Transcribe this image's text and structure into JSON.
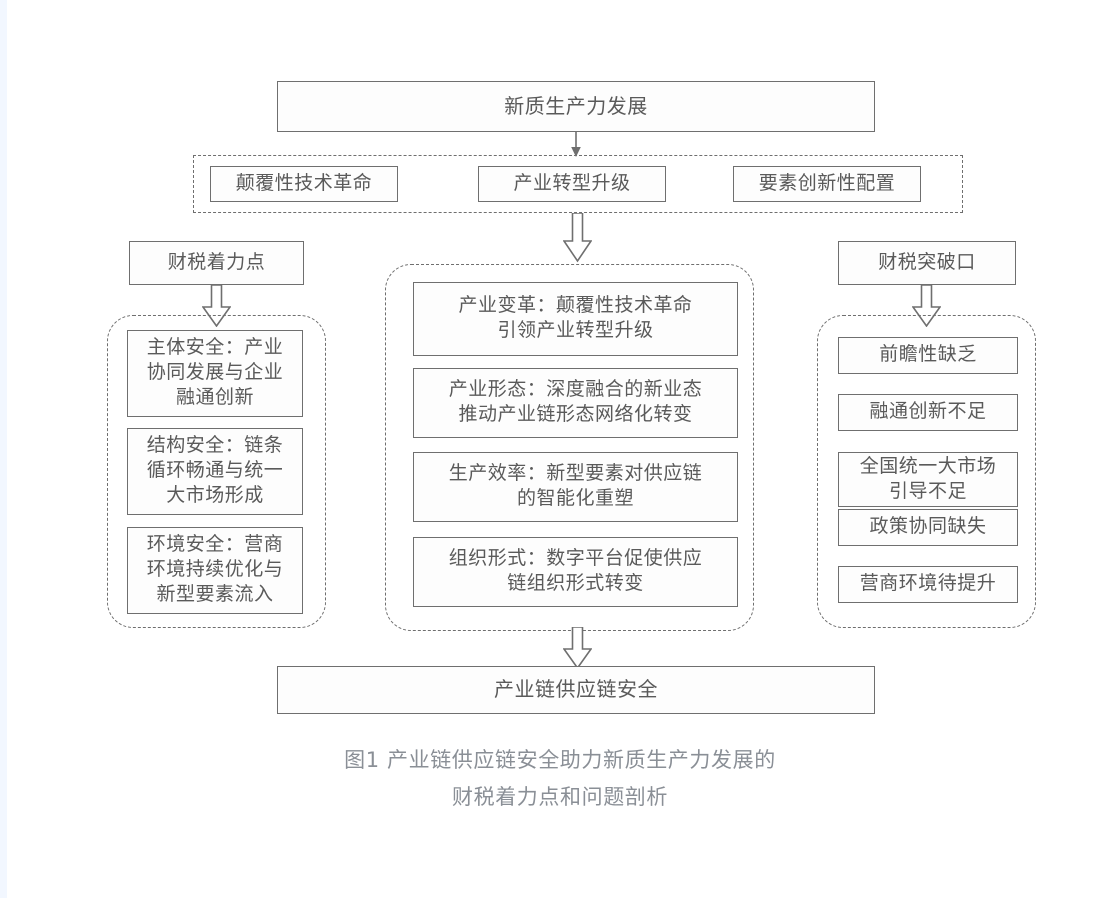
{
  "figure": {
    "top": {
      "label": "新质生产力发展"
    },
    "tier": {
      "boxes": [
        {
          "label": "颠覆性技术革命"
        },
        {
          "label": "产业转型升级"
        },
        {
          "label": "要素创新性配置"
        }
      ]
    },
    "left": {
      "head": "财税着力点",
      "boxes": [
        {
          "lines": [
            "主体安全：产业",
            "协同发展与企业",
            "融通创新"
          ]
        },
        {
          "lines": [
            "结构安全：链条",
            "循环畅通与统一",
            "大市场形成"
          ]
        },
        {
          "lines": [
            "环境安全：营商",
            "环境持续优化与",
            "新型要素流入"
          ]
        }
      ]
    },
    "center": {
      "boxes": [
        {
          "lines": [
            "产业变革：颠覆性技术革命",
            "引领产业转型升级"
          ]
        },
        {
          "lines": [
            "产业形态：深度融合的新业态",
            "推动产业链形态网络化转变"
          ]
        },
        {
          "lines": [
            "生产效率：新型要素对供应链",
            "的智能化重塑"
          ]
        },
        {
          "lines": [
            "组织形式：数字平台促使供应",
            "链组织形式转变"
          ]
        }
      ]
    },
    "right": {
      "head": "财税突破口",
      "boxes": [
        {
          "lines": [
            "前瞻性缺乏"
          ]
        },
        {
          "lines": [
            "融通创新不足"
          ]
        },
        {
          "lines": [
            "全国统一大市场",
            "引导不足"
          ]
        },
        {
          "lines": [
            "政策协同缺失"
          ]
        },
        {
          "lines": [
            "营商环境待提升"
          ]
        }
      ]
    },
    "bottom": {
      "label": "产业链供应链安全"
    },
    "caption": {
      "line1": "图1 产业链供应链安全助力新质生产力发展的",
      "line2": "财税着力点和问题剖析"
    },
    "colors": {
      "stroke": "#6f6f6f",
      "text": "#5a5a5a",
      "caption_text": "#8a8f96",
      "background": "#ffffff"
    }
  }
}
